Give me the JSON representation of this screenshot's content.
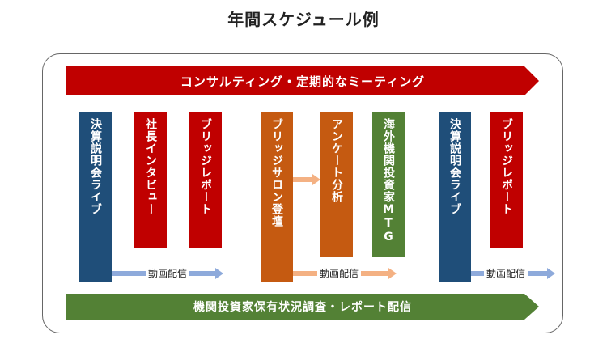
{
  "title": "年間スケジュール例",
  "top_banner": "コンサルティング・定期的なミーティング",
  "bottom_banner": "機関投資家保有状況調査・レポート配信",
  "boxes": [
    {
      "label": "決算説明会ライブ",
      "color": "#1f4e79"
    },
    {
      "label": "社長インタビュー",
      "color": "#c00000"
    },
    {
      "label": "ブリッジレポート",
      "color": "#c00000"
    },
    {
      "label": "ブリッジサロン登壇",
      "color": "#c55a11"
    },
    {
      "label": "アンケート分析",
      "color": "#c55a11"
    },
    {
      "label": "海外機関投資家MTG",
      "color": "#538135"
    },
    {
      "label": "決算説明会ライブ",
      "color": "#1f4e79"
    },
    {
      "label": "ブリッジレポート",
      "color": "#c00000"
    }
  ],
  "arrow_labels": {
    "first": "動画配信",
    "second": "動画配信",
    "third": "動画配信"
  }
}
